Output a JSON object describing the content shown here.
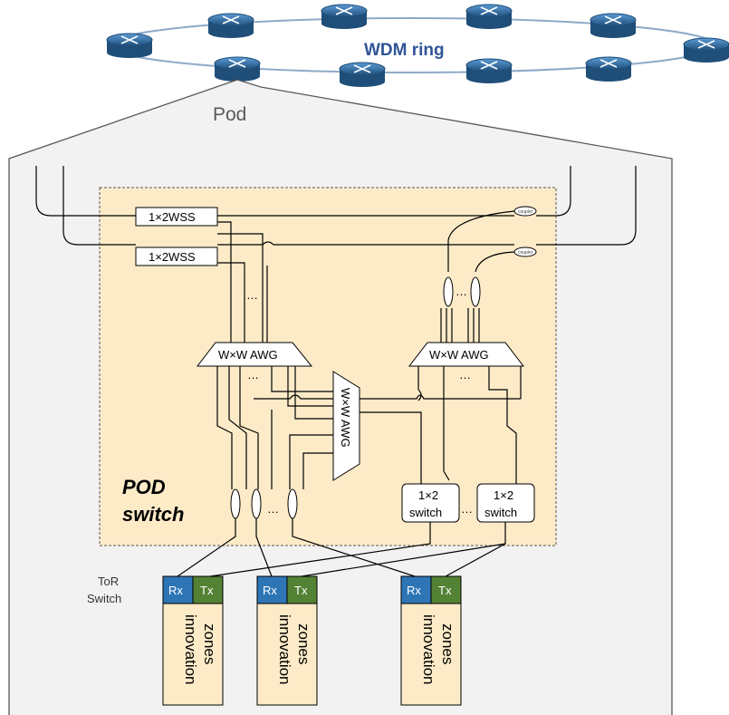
{
  "ring": {
    "label": "WDM ring"
  },
  "pod": {
    "label": "Pod"
  },
  "pod_switch": {
    "line1": "POD",
    "line2": "switch"
  },
  "wss": [
    {
      "label": "1×2WSS"
    },
    {
      "label": "1×2WSS"
    }
  ],
  "awg": [
    {
      "label": "W×W AWG"
    },
    {
      "label": "W×W AWG"
    },
    {
      "label": "W×W AWG"
    }
  ],
  "switches": [
    {
      "line1": "1×2",
      "line2": "switch"
    },
    {
      "line1": "1×2",
      "line2": "switch"
    }
  ],
  "dots": "…",
  "tor": {
    "line1": "ToR",
    "line2": "Switch"
  },
  "tor_units": [
    {
      "rx": "Rx",
      "tx": "Tx",
      "zone_line1": "innovation",
      "zone_line2": "zones"
    },
    {
      "rx": "Rx",
      "tx": "Tx",
      "zone_line1": "innovation",
      "zone_line2": "zones"
    },
    {
      "rx": "Rx",
      "tx": "Tx",
      "zone_line1": "innovation",
      "zone_line2": "zones"
    }
  ],
  "coupler_label": "coupler",
  "colors": {
    "pod_bg": "#f2f2f2",
    "switch_bg": "#fdebc8",
    "ring_line": "#8ea9c8",
    "router": "#2e75b6",
    "rx": "#2e75b6",
    "tx": "#548235",
    "zone_bg": "#fdebc8"
  }
}
